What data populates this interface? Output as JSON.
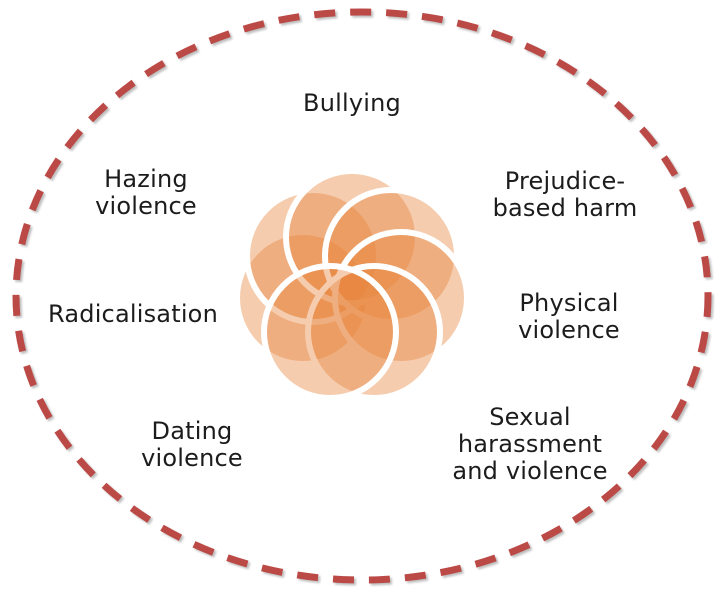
{
  "diagram": {
    "title_context": "Types of school-related violence and harm",
    "labels": {
      "bullying": "Bullying",
      "hazing": "Hazing\nviolence",
      "prejudice": "Prejudice-\nbased harm",
      "physical": "Physical\nviolence",
      "sexual": "Sexual\nharassment\nand violence",
      "dating": "Dating\nviolence",
      "radicalisation": "Radicalisation"
    },
    "flower": {
      "petal_count": 7,
      "petal_fill": "#E8853D",
      "petal_fill_opacity": "0.42",
      "petal_stroke": "#FFFFFF"
    },
    "colors": {
      "dashed_border": "#BB4A47",
      "text": "#1C1C1C",
      "background": "#FFFFFF"
    }
  }
}
